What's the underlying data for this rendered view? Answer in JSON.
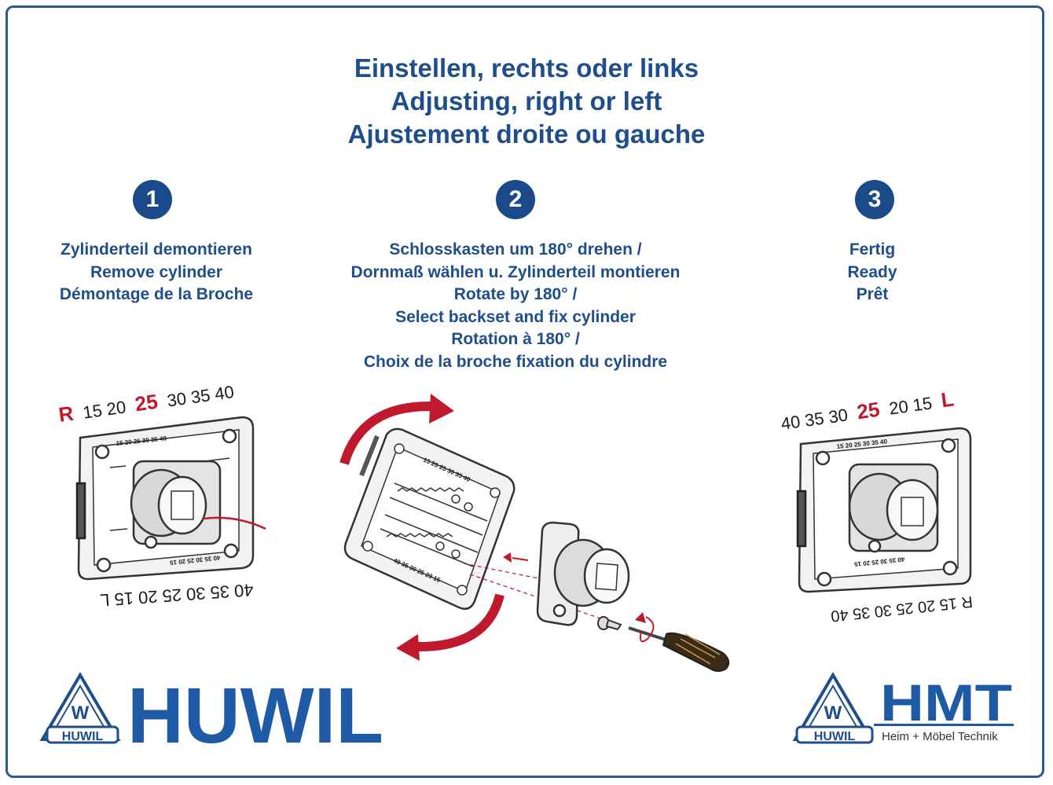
{
  "title": {
    "line1": "Einstellen, rechts oder links",
    "line2": "Adjusting, right or left",
    "line3": "Ajustement droite ou gauche"
  },
  "steps": [
    {
      "number": "1",
      "lines": [
        "Zylinderteil demontieren",
        "Remove cylinder",
        "Démontage de la Broche"
      ]
    },
    {
      "number": "2",
      "lines": [
        "Schlosskasten um 180° drehen /",
        "Dornmaß wählen u. Zylinderteil montieren",
        "Rotate by 180° /",
        "Select backset and fix cylinder",
        "Rotation à 180° /",
        "Choix de la broche fixation du cylindre"
      ]
    },
    {
      "number": "3",
      "lines": [
        "Fertig",
        "Ready",
        "Prêt"
      ]
    }
  ],
  "lock1": {
    "top_letter": "R",
    "top_nums_a": "15 20",
    "top_highlight": "25",
    "top_nums_b": "30 35 40",
    "bottom_scale": "40 35 30 25 20 15 L",
    "plate_scale": "15 20 25 30 35 40",
    "plate_scale_lower": "40 35 30 25 20 15"
  },
  "lock3": {
    "top_nums_a": "40 35 30",
    "top_highlight": "25",
    "top_nums_b": "20 15",
    "top_letter": "L",
    "bottom_scale": "R 15 20 25 30 35 40",
    "plate_scale": "15 20 25 30 35 40",
    "plate_scale_lower": "40 35 30 25 20 15"
  },
  "logos": {
    "huwil_word": "HUWIL",
    "huwil_badge_letter": "W",
    "huwil_badge_text": "HUWIL",
    "hmt_word": "HMT",
    "hmt_sub": "Heim + Möbel Technik",
    "hmt_badge_letter": "W",
    "hmt_badge_text": "HUWIL"
  },
  "colors": {
    "brand_blue": "#1f4e8c",
    "badge_blue": "#1a4a8a",
    "accent_red": "#c0182c",
    "frame": "#2a5a96"
  }
}
